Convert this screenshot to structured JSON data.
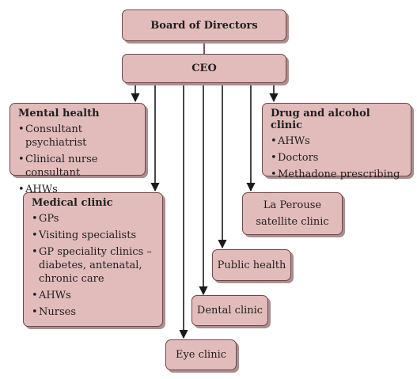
{
  "board": {
    "label": "Board of Directors"
  },
  "ceo": {
    "label": "CEO"
  },
  "mental_health": {
    "title": "Mental health",
    "items": [
      "Consultant psychiatrist",
      "Clinical nurse consultant",
      "AHWs"
    ]
  },
  "drug_alcohol": {
    "title": "Drug and alcohol clinic",
    "items": [
      "AHWs",
      "Doctors",
      "Methadone prescribing"
    ]
  },
  "medical_clinic": {
    "title": "Medical clinic",
    "items": [
      "GPs",
      "Visiting specialists",
      "GP speciality clinics – diabetes, antenatal, chronic care",
      "AHWs",
      "Nurses"
    ]
  },
  "la_perouse": {
    "line1": "La Perouse",
    "line2": "satellite clinic"
  },
  "public_health": {
    "label": "Public health"
  },
  "dental_clinic": {
    "label": "Dental clinic"
  },
  "eye_clinic": {
    "label": "Eye clinic"
  },
  "colors": {
    "box_fill": "#e2bcbb",
    "box_border": "#6f4648",
    "connector": "#1a1a1a",
    "board_link": "#7a4f78"
  }
}
